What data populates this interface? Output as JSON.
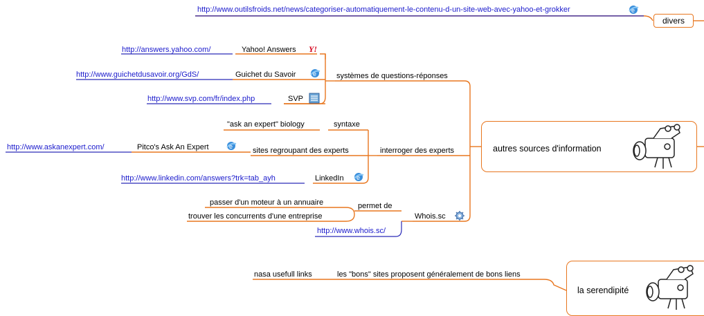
{
  "divers": {
    "label": "divers",
    "url": "http://www.outilsfroids.net/news/categoriser-automatiquement-le-contenu-d-un-site-web-avec-yahoo-et-grokker"
  },
  "autres_sources": {
    "label": "autres sources d'information",
    "qr_systems": {
      "label": "systèmes de questions-réponses",
      "items": [
        {
          "name": "Yahoo! Answers",
          "url": "http://answers.yahoo.com/"
        },
        {
          "name": "Guichet du Savoir",
          "url": "http://www.guichetdusavoir.org/GdS/"
        },
        {
          "name": "SVP",
          "url": "http://www.svp.com/fr/index.php"
        }
      ]
    },
    "interroger": {
      "label": "interroger des experts",
      "syntaxe": {
        "label": "syntaxe",
        "example": "\"ask an expert\" biology"
      },
      "sites": {
        "label": "sites regroupant des experts",
        "items": [
          {
            "name": "Pitco's Ask An Expert",
            "url": "http://www.askanexpert.com/"
          },
          {
            "name": "LinkedIn",
            "url": "http://www.linkedin.com/answers?trk=tab_ayh"
          }
        ]
      }
    },
    "whois": {
      "label": "Whois.sc",
      "permet": {
        "label": "permet de",
        "items": [
          "passer d'un moteur à un annuaire",
          "trouver les concurrents d'une entreprise"
        ]
      },
      "url": "http://www.whois.sc/"
    }
  },
  "serendipite": {
    "label": "la serendipité",
    "bons": {
      "label": "les \"bons\" sites proposent généralement de bons liens",
      "child": "nasa usefull links"
    }
  },
  "colors": {
    "branch": "#e8761e",
    "link": "#1a1acc",
    "url_underline": "#2a2ab8"
  },
  "icons": [
    "ie-globe-icon",
    "yahoo-y-icon",
    "svp-icon",
    "settings-gear-icon",
    "video-camera-icon"
  ]
}
